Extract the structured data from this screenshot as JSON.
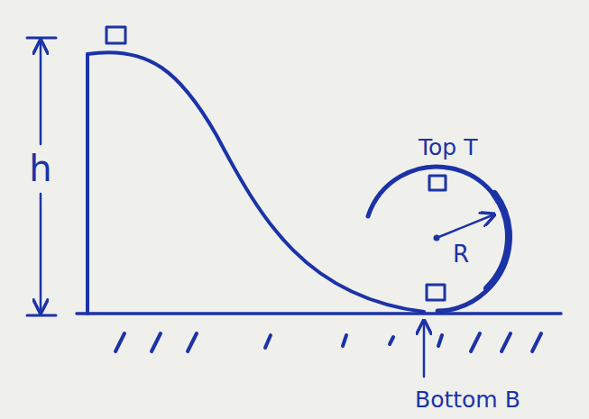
{
  "diagram": {
    "labels": [
      "h",
      "Top T",
      "R",
      "Bottom B"
    ]
  }
}
